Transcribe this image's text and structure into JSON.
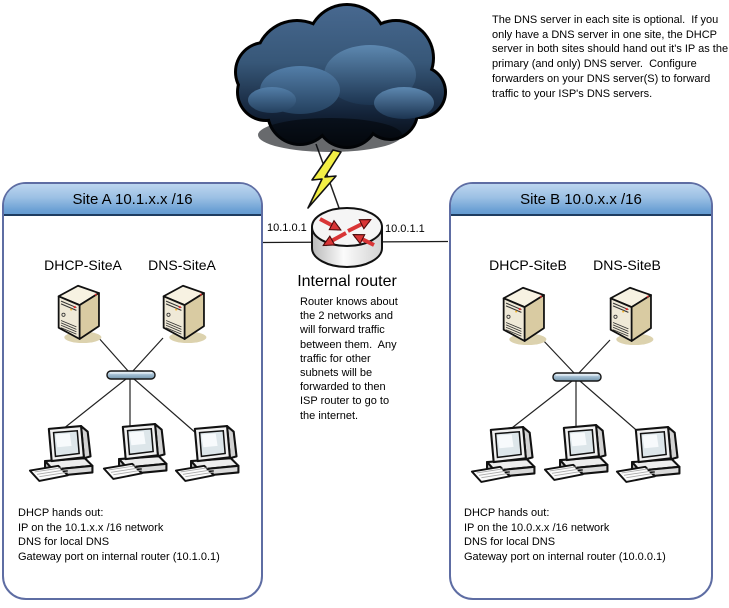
{
  "annotations": {
    "intro": "The DNS server in each site is optional.  If you\nonly have a DNS server in one site, the DHCP\nserver in both sites should hand out it's IP as the\nprimary (and only) DNS server.  Configure\nforwarders on your DNS server(S) to forward\ntraffic to your ISP's DNS servers.",
    "router_title": "Internal router",
    "router_note": "Router knows about\nthe 2 networks and\nwill forward traffic\nbetween them.  Any\ntraffic for other\nsubnets will be\nforwarded to then\nISP router to go to\nthe internet.",
    "ip_left": "10.1.0.1",
    "ip_right": "10.0.1.1"
  },
  "site_a": {
    "title": "Site A 10.1.x.x /16",
    "dhcp_label": "DHCP-SiteA",
    "dns_label": "DNS-SiteA",
    "notes": "DHCP hands out:\nIP on the 10.1.x.x /16 network\nDNS for local DNS\nGateway port on internal router (10.1.0.1)"
  },
  "site_b": {
    "title": "Site B 10.0.x.x /16",
    "dhcp_label": "DHCP-SiteB",
    "dns_label": "DNS-SiteB",
    "notes": "DHCP hands out:\nIP on the 10.0.x.x /16 network\nDNS for local DNS\nGateway port on internal router (10.0.0.1)"
  },
  "icons": [
    "internet-cloud-icon",
    "lightning-bolt-icon",
    "router-icon",
    "server-icon",
    "ethernet-switch-icon",
    "workstation-icon"
  ],
  "colors": {
    "site_header_top": "#bcd6ef",
    "site_header_bottom": "#649bd1",
    "box_border": "#5e6da3",
    "header_border": "#1e3c60",
    "cloud_dark": "#060b12",
    "cloud_light": "#4f7ba8",
    "bolt_yellow": "#f3ef45",
    "arrow_red": "#d93536",
    "switch_blue": "#9fbcd1",
    "server_tan": "#d9cba2"
  }
}
